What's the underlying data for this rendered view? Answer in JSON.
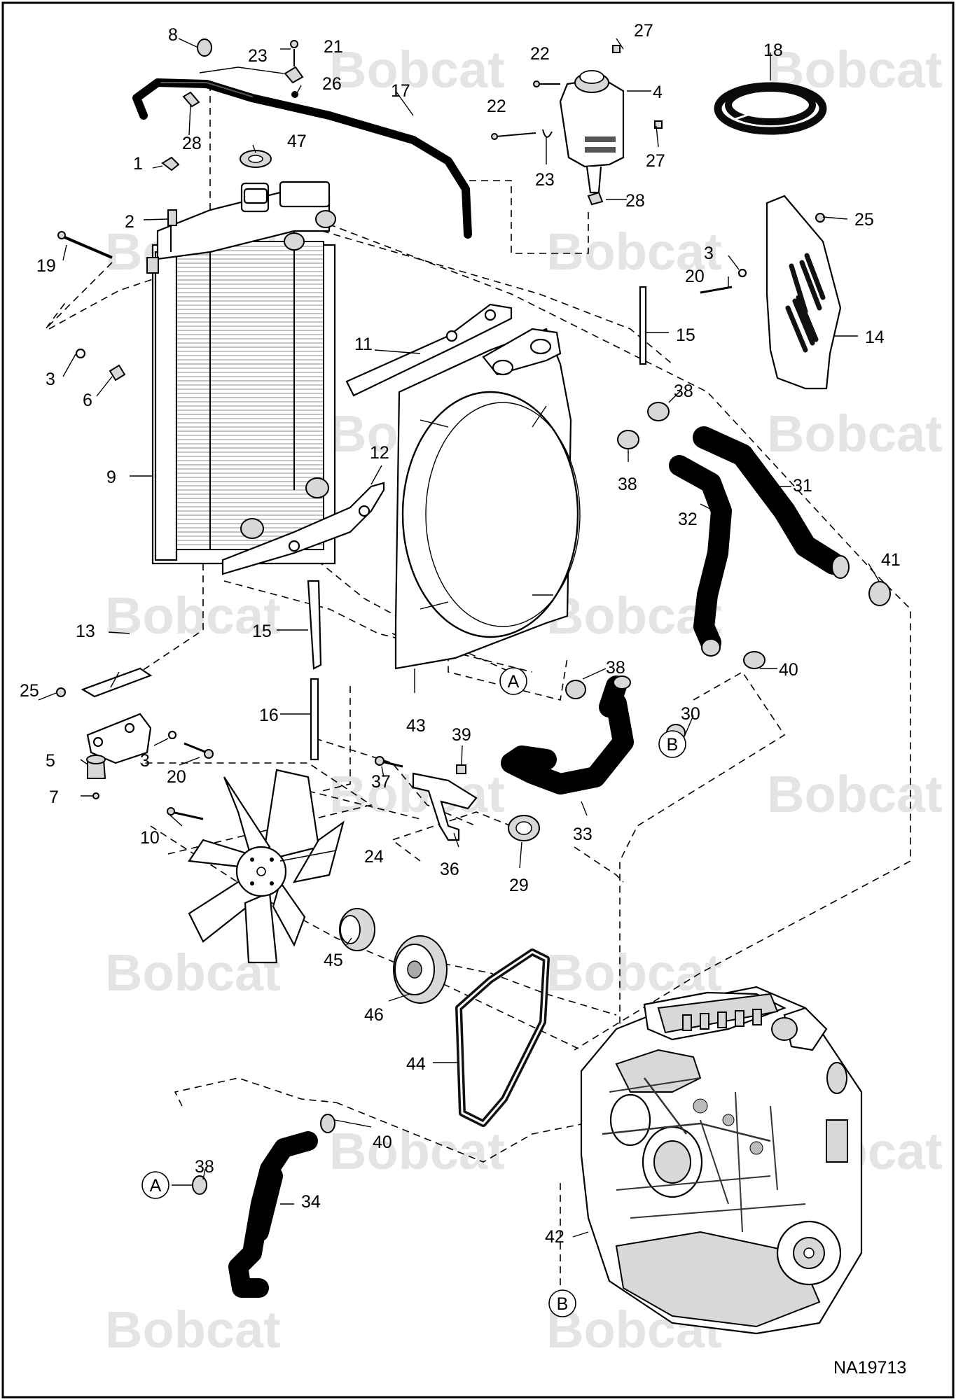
{
  "watermark": {
    "text": "Bobcat"
  },
  "figure_id": "NA19713",
  "part_labels": [
    "1",
    "2",
    "3",
    "3",
    "3",
    "3",
    "4",
    "5",
    "6",
    "7",
    "8",
    "9",
    "10",
    "11",
    "12",
    "13",
    "14",
    "15",
    "15",
    "16",
    "17",
    "18",
    "19",
    "20",
    "20",
    "20",
    "21",
    "22",
    "22",
    "23",
    "23",
    "24",
    "25",
    "25",
    "26",
    "27",
    "27",
    "28",
    "28",
    "29",
    "30",
    "31",
    "32",
    "33",
    "34",
    "36",
    "37",
    "38",
    "38",
    "38",
    "38",
    "38",
    "39",
    "40",
    "40",
    "41",
    "42",
    "43",
    "44",
    "45",
    "46",
    "47"
  ],
  "callouts": [
    "A",
    "A",
    "B",
    "B"
  ],
  "colors": {
    "hose": "#0a0a0a",
    "outline": "#000000",
    "watermark": "#e4e4e4",
    "metal": "#d8d8d8"
  }
}
